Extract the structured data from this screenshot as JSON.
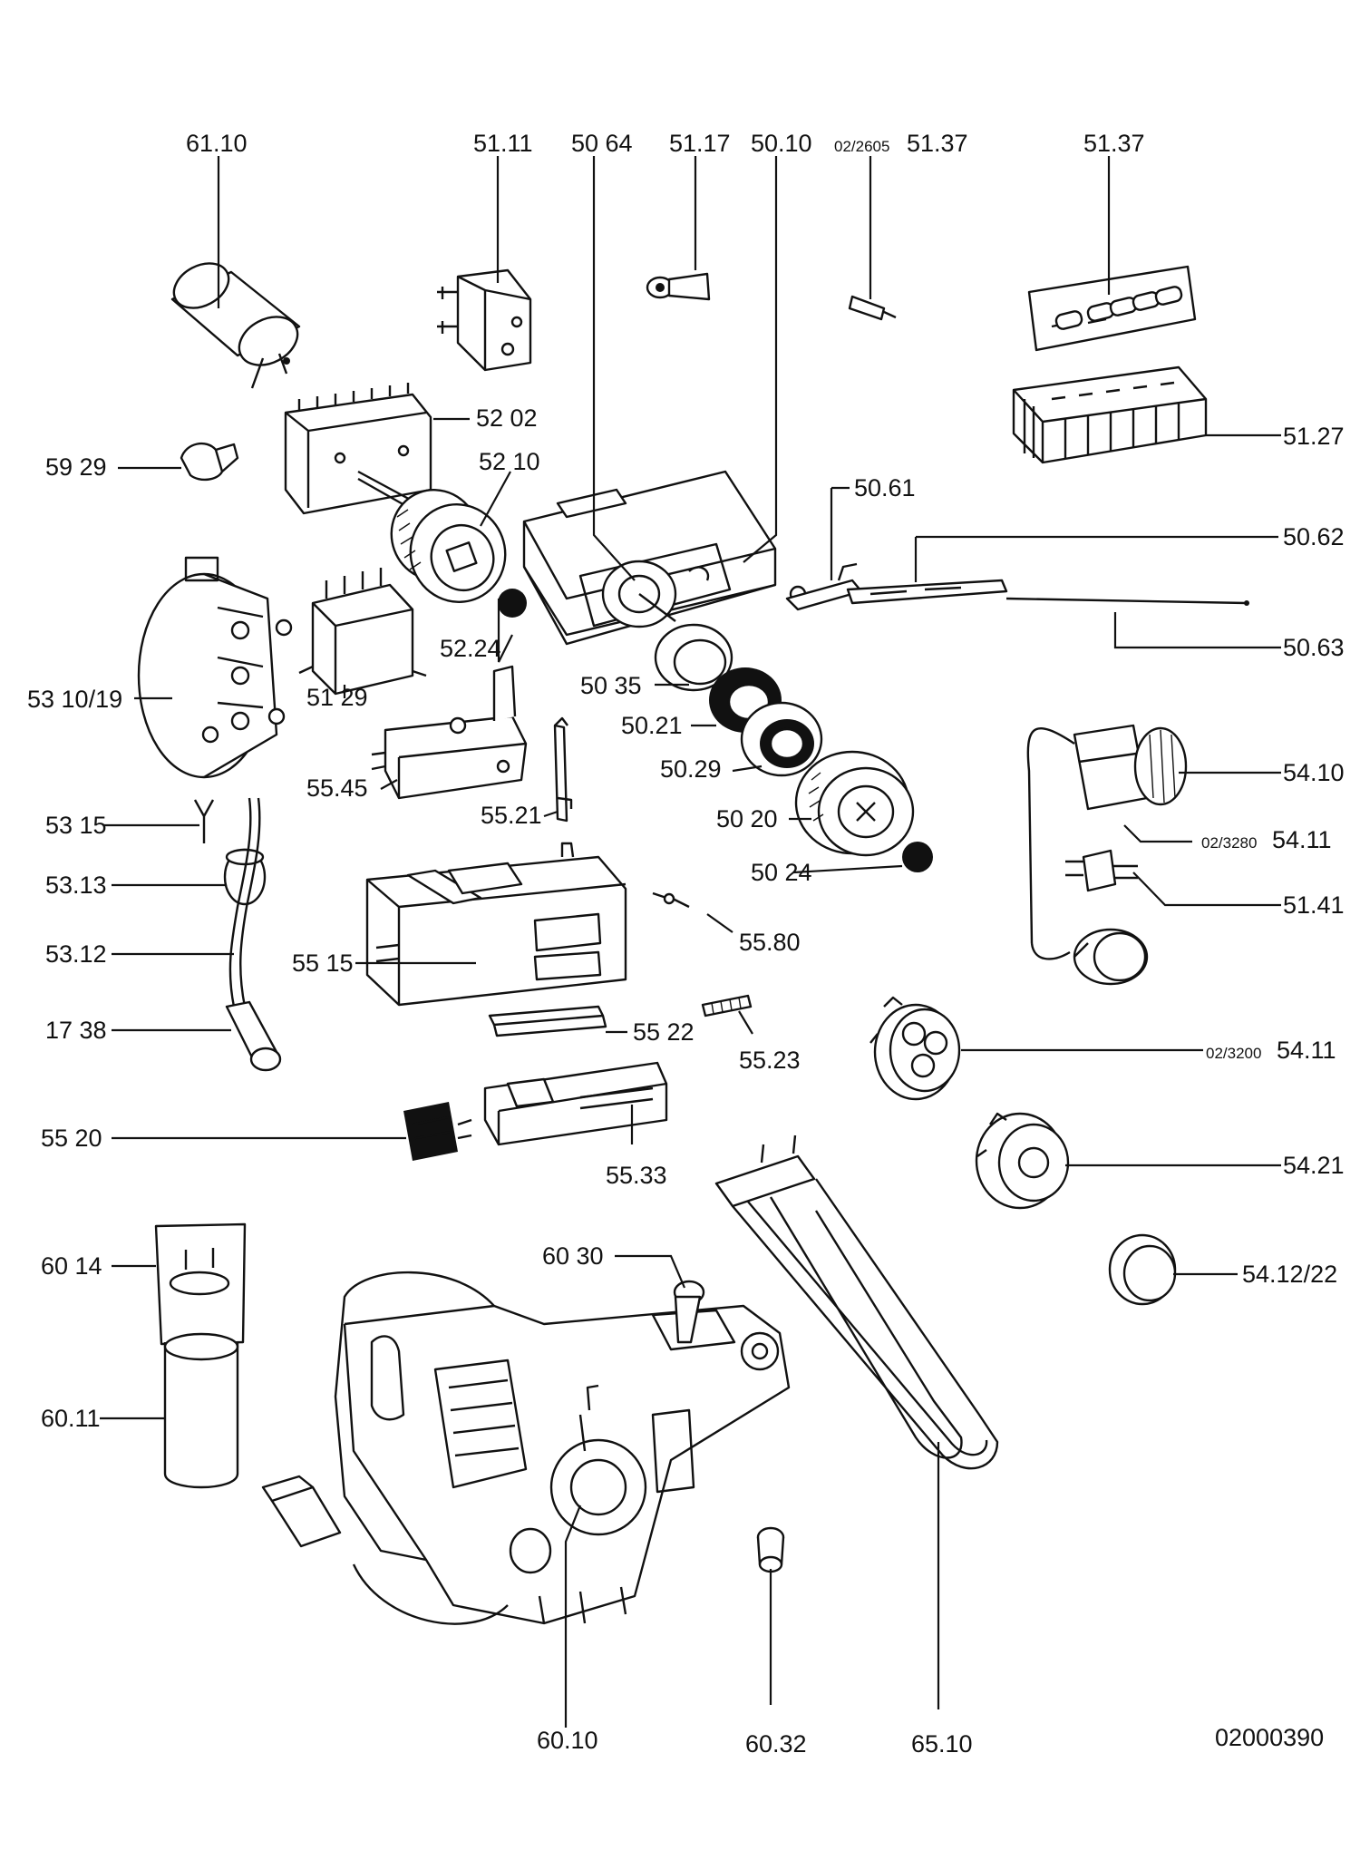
{
  "labels": {
    "l6110": "61.10",
    "l5111": "51.11",
    "l5064": "50 64",
    "l5117": "51.17",
    "l5010": "50.10",
    "l5137a_pre": "02/2605",
    "l5137a": "51.37",
    "l5137b": "51.37",
    "l5202": "52 02",
    "l5929": "59 29",
    "l5210": "52 10",
    "l5127": "51.27",
    "l5061": "50.61",
    "l5062": "50.62",
    "l5063": "50.63",
    "l5224": "52.24",
    "l5310": "53 10/19",
    "l5129": "51 29",
    "l5035": "50 35",
    "l5021": "50.21",
    "l5029": "50.29",
    "l5410": "54.10",
    "l5545": "55.45",
    "l5521": "55.21",
    "l5020": "50 20",
    "l5411a_pre": "02/3280",
    "l5411a": "54.11",
    "l5315": "53 15",
    "l5313": "53.13",
    "l5024": "50 24",
    "l5141": "51.41",
    "l5580": "55.80",
    "l5312": "53.12",
    "l5515": "55 15",
    "l1738": "17 38",
    "l5522": "55 22",
    "l5523": "55.23",
    "l5411b_pre": "02/3200",
    "l5411b": "54.11",
    "l5520": "55 20",
    "l5533": "55.33",
    "l5421": "54.21",
    "l6030": "60 30",
    "l6014": "60 14",
    "l5412": "54.12/22",
    "l6011": "60.11",
    "l6010": "60.10",
    "l6032": "60.32",
    "l6510": "65.10",
    "l_doc": "02000390"
  }
}
